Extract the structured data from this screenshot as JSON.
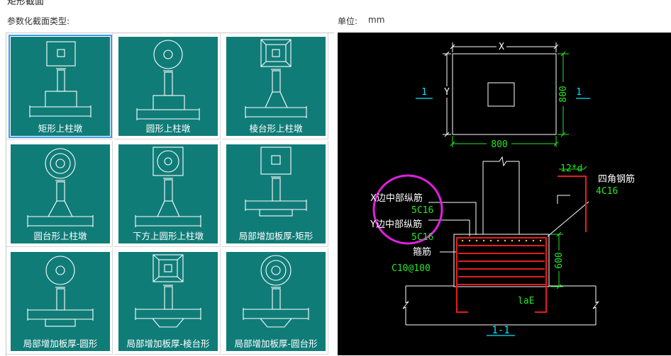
{
  "header": {
    "truncated_title": "矩形截面",
    "section_type_label": "参数化截面类型:",
    "unit_label": "单位:",
    "unit_value": "mm"
  },
  "section_types": [
    {
      "label": "矩形上柱墩",
      "icon": "rect-pier-icon",
      "selected": true
    },
    {
      "label": "圆形上柱墩",
      "icon": "circle-pier-icon",
      "selected": false
    },
    {
      "label": "棱台形上柱墩",
      "icon": "frustum-pier-icon",
      "selected": false
    },
    {
      "label": "圆台形上柱墩",
      "icon": "round-frustum-pier-icon",
      "selected": false
    },
    {
      "label": "下方上圆形上柱墩",
      "icon": "square-base-round-pier-icon",
      "selected": false
    },
    {
      "label": "局部增加板厚-矩形",
      "icon": "local-thicken-rect-icon",
      "selected": false
    },
    {
      "label": "局部增加板厚-圆形",
      "icon": "local-thicken-circle-icon",
      "selected": false
    },
    {
      "label": "局部增加板厚-棱台形",
      "icon": "local-thicken-frustum-icon",
      "selected": false
    },
    {
      "label": "局部增加板厚-圆台形",
      "icon": "local-thicken-round-frustum-icon",
      "selected": false
    }
  ],
  "drawing": {
    "plan_x": "X",
    "plan_y": "Y",
    "plan_bottom_dim": "800",
    "plan_right_dim": "800",
    "section_mark_left": "1",
    "section_mark_right": "1",
    "corner_hook": "12*d",
    "corner_bar_label": "四角钢筋",
    "corner_bar_spec": "4C16",
    "x_bar_label": "X边中部纵筋",
    "x_bar_spec": "5C16",
    "y_bar_label": "Y边中部纵筋",
    "y_bar_spec": "5C16",
    "stirrup_label": "箍筋",
    "stirrup_spec": "C10@100",
    "height_dim": "600",
    "anchor_label": "laE",
    "section_title": "1-1"
  },
  "colors": {
    "thumb_bg": "#107c78",
    "selection": "#3c9be8",
    "cad_bg": "#000000",
    "cad_line": "#ffffff",
    "cad_cyan": "#00e5ff",
    "cad_green": "#27e627",
    "cad_red": "#e81d1d",
    "highlight": "#e020e0"
  }
}
